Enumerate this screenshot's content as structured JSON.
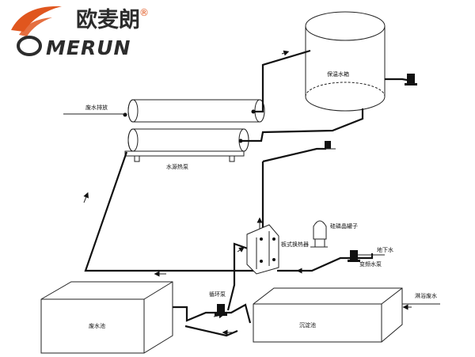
{
  "logo": {
    "brand_cn": "欧麦朗",
    "brand_en": "MERUN",
    "registered_mark": "®",
    "colors": {
      "swoosh": "#e0561e",
      "text": "#2c2c2c"
    }
  },
  "labels": {
    "insulated_tank": "保温水箱",
    "wastewater_discharge": "废水排放",
    "water_source_heat_pump": "水源热泵",
    "plate_heat_exchanger": "板式换热器",
    "silicon_phosphate_tank": "硅磷晶罐子",
    "groundwater": "地下水",
    "variable_frequency_pump": "变频水泵",
    "circulation_pump": "循环泵",
    "shower_wastewater": "淋浴废水",
    "wastewater_pool": "废水池",
    "sedimentation_tank": "沉淀池"
  }
}
